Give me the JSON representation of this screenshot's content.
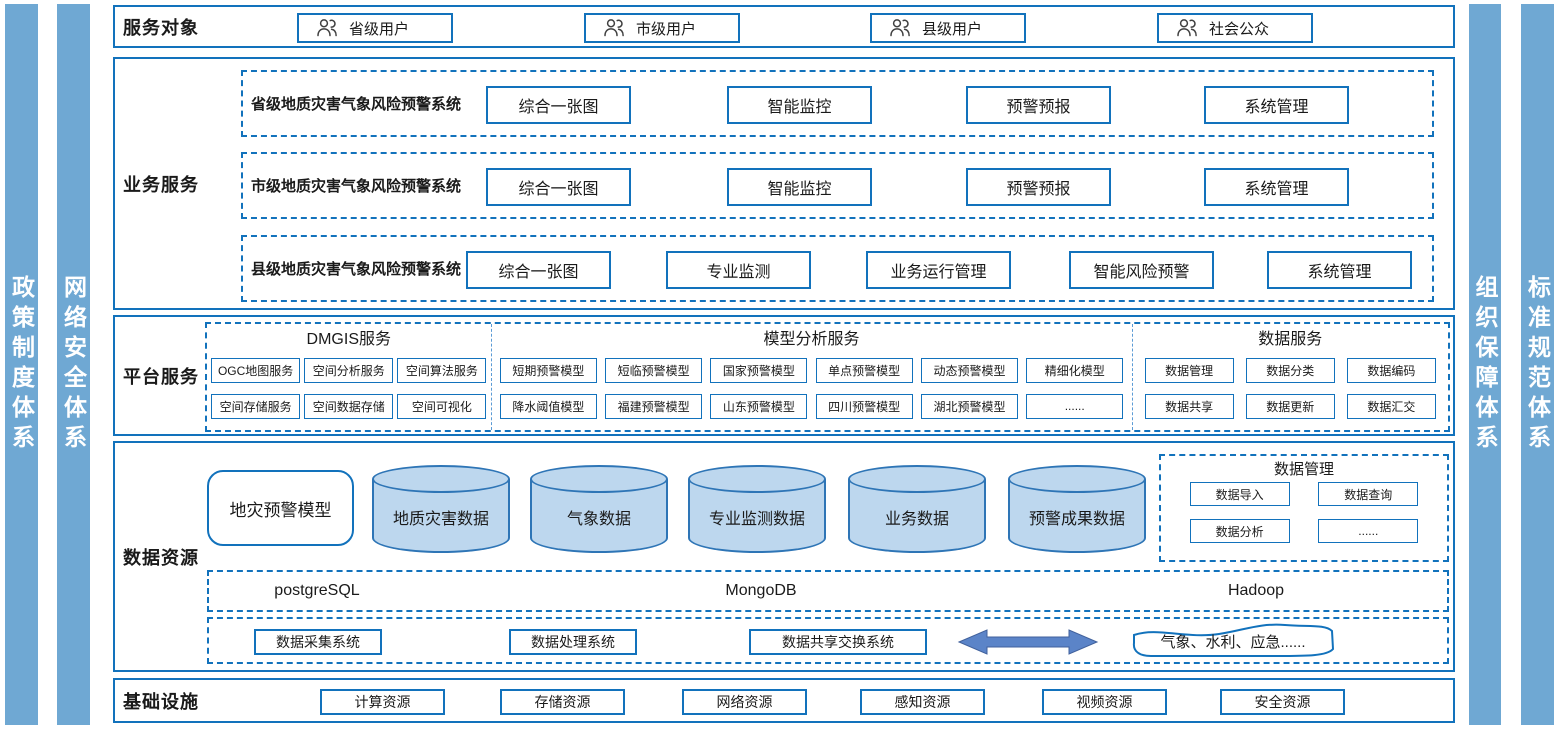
{
  "sidebars": {
    "left": [
      {
        "label": "政策制度体系"
      },
      {
        "label": "网络安全体系"
      }
    ],
    "right": [
      {
        "label": "组织保障体系"
      },
      {
        "label": "标准规范体系"
      }
    ]
  },
  "service_targets": {
    "label": "服务对象",
    "users": [
      "省级用户",
      "市级用户",
      "县级用户",
      "社会公众"
    ]
  },
  "business": {
    "label": "业务服务",
    "rows": [
      {
        "title": "省级地质灾害气象风险预警系统",
        "items": [
          "综合一张图",
          "智能监控",
          "预警预报",
          "系统管理"
        ]
      },
      {
        "title": "市级地质灾害气象风险预警系统",
        "items": [
          "综合一张图",
          "智能监控",
          "预警预报",
          "系统管理"
        ]
      },
      {
        "title": "县级地质灾害气象风险预警系统",
        "items": [
          "综合一张图",
          "专业监测",
          "业务运行管理",
          "智能风险预警",
          "系统管理"
        ]
      }
    ]
  },
  "platform": {
    "label": "平台服务",
    "groups": [
      {
        "title": "DMGIS服务",
        "rows": [
          [
            "OGC地图服务",
            "空间分析服务",
            "空间算法服务"
          ],
          [
            "空间存储服务",
            "空间数据存储",
            "空间可视化"
          ]
        ]
      },
      {
        "title": "模型分析服务",
        "rows": [
          [
            "短期预警模型",
            "短临预警模型",
            "国家预警模型",
            "单点预警模型",
            "动态预警模型",
            "精细化模型"
          ],
          [
            "降水阈值模型",
            "福建预警模型",
            "山东预警模型",
            "四川预警模型",
            "湖北预警模型",
            "......"
          ]
        ]
      },
      {
        "title": "数据服务",
        "rows": [
          [
            "数据管理",
            "数据分类",
            "数据编码"
          ],
          [
            "数据共享",
            "数据更新",
            "数据汇交"
          ]
        ]
      }
    ]
  },
  "data_resources": {
    "label": "数据资源",
    "model_box": "地灾预警模型",
    "cylinders": [
      "地质灾害数据",
      "气象数据",
      "专业监测数据",
      "业务数据",
      "预警成果数据"
    ],
    "data_mgmt": {
      "title": "数据管理",
      "items": [
        "数据导入",
        "数据查询",
        "数据分析",
        "......"
      ]
    },
    "databases": [
      "postgreSQL",
      "MongoDB",
      "Hadoop"
    ],
    "systems": [
      "数据采集系统",
      "数据处理系统",
      "数据共享交换系统"
    ],
    "external": "气象、水利、应急......"
  },
  "infrastructure": {
    "label": "基础设施",
    "items": [
      "计算资源",
      "存储资源",
      "网络资源",
      "感知资源",
      "视频资源",
      "安全资源"
    ]
  },
  "colors": {
    "accent": "#1272bc",
    "sidebar": "#6fa8d3",
    "cylinder_fill": "#bdd7ee",
    "cylinder_border": "#2e75b6",
    "arrow_fill": "#5b84c8"
  }
}
